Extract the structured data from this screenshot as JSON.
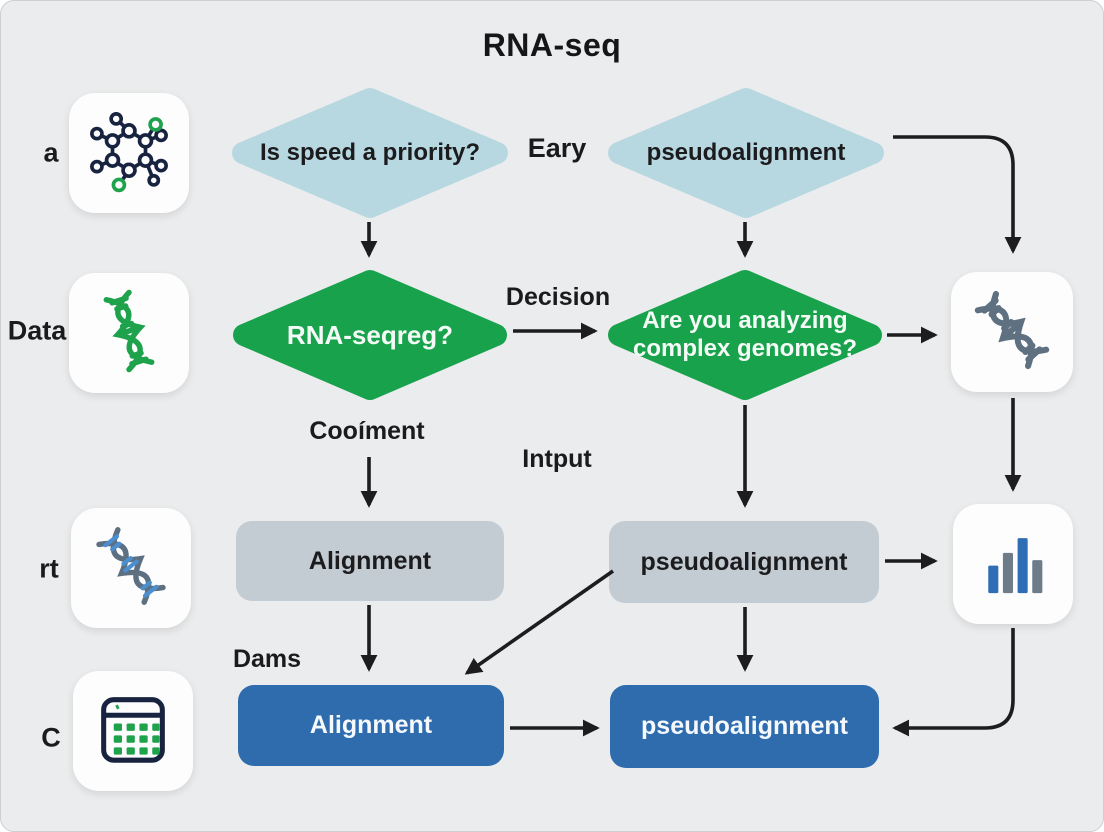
{
  "title": "RNA-seq",
  "sidebar": {
    "items": [
      {
        "label": "a",
        "icon": "molecule-icon"
      },
      {
        "label": "Data",
        "icon": "dna-green-icon"
      },
      {
        "label": "rt",
        "icon": "dna-blue-icon"
      },
      {
        "label": "C",
        "icon": "calendar-icon"
      }
    ]
  },
  "flow": {
    "top_left_decision": "Is speed a priority?",
    "top_right_decision": "pseudoalignment",
    "mid_left_decision": "RNA-seqreg?",
    "mid_right_decision": "Are you analyzing complex genomes?",
    "gray_left_box": "Alignment",
    "gray_right_box": "pseudoalignment",
    "blue_left_box": "Alignment",
    "blue_right_box": "pseudoalignment"
  },
  "annotations": {
    "eary": "Eary",
    "decision": "Decision",
    "cooiment": "Cooíment",
    "intput": "Intput",
    "dams": "Dams"
  },
  "right_icons": {
    "top": "dna-strand-icon",
    "bottom": "bar-chart-icon"
  },
  "colors": {
    "background": "#ebeced",
    "diamond_light": "#b8d8e1",
    "diamond_green": "#18a24c",
    "box_gray": "#c4ccd3",
    "box_blue": "#2e6cae",
    "arrow": "#1d1d1f",
    "card": "#fdfdfe",
    "icon_navy": "#17233f",
    "icon_green": "#1fa24c",
    "icon_steel": "#5f7181",
    "icon_blue": "#2f6eb5"
  }
}
